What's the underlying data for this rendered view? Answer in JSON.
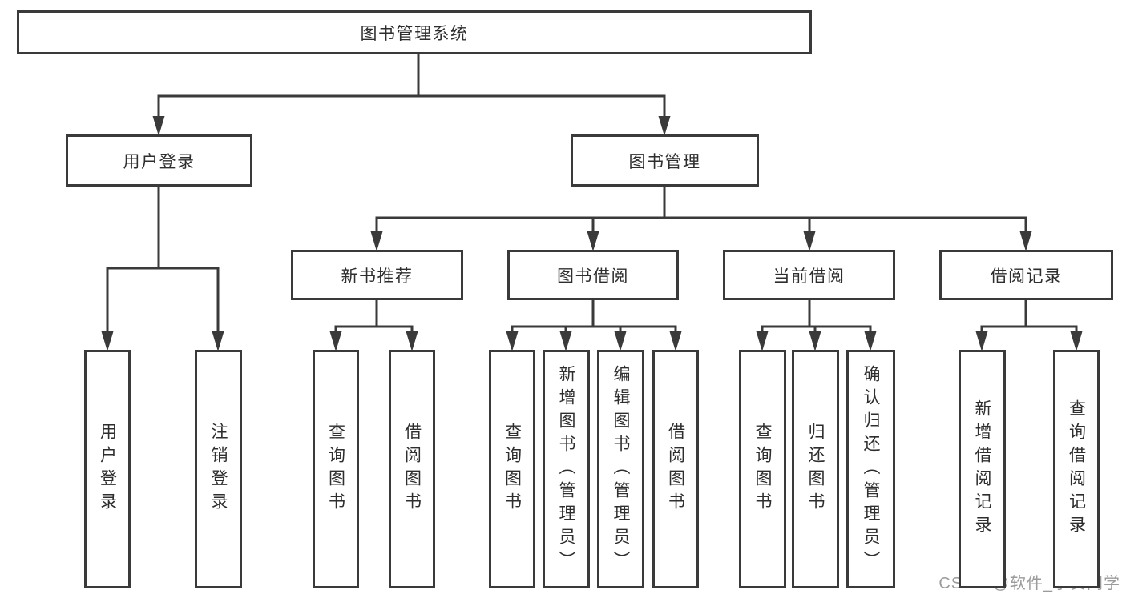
{
  "diagram": {
    "root": {
      "label": "图书管理系统"
    },
    "level2": {
      "user_login": {
        "label": "用户登录"
      },
      "book_mgmt": {
        "label": "图书管理"
      }
    },
    "level3": {
      "new_books": {
        "label": "新书推荐"
      },
      "book_borrow": {
        "label": "图书借阅"
      },
      "current_borrow": {
        "label": "当前借阅"
      },
      "borrow_records": {
        "label": "借阅记录"
      }
    },
    "leaves": {
      "user_login": {
        "label": "用户登录"
      },
      "logout": {
        "label": "注销登录"
      },
      "nb_query": {
        "label": "查询图书"
      },
      "nb_borrow": {
        "label": "借阅图书"
      },
      "bb_query": {
        "label": "查询图书"
      },
      "bb_add": {
        "label": "新增图书（管理员）"
      },
      "bb_edit": {
        "label": "编辑图书（管理员）"
      },
      "bb_borrow": {
        "label": "借阅图书"
      },
      "cb_query": {
        "label": "查询图书"
      },
      "cb_return": {
        "label": "归还图书"
      },
      "cb_confirm": {
        "label": "确认归还（管理员）"
      },
      "br_add": {
        "label": "新增借阅记录"
      },
      "br_query": {
        "label": "查询借阅记录"
      }
    },
    "watermark": "CSDN @软件_小贺同学",
    "colors": {
      "line": "#3a3a3a",
      "text": "#2e2e2e",
      "watermark": "#9b9b9b",
      "background": "#ffffff"
    }
  }
}
